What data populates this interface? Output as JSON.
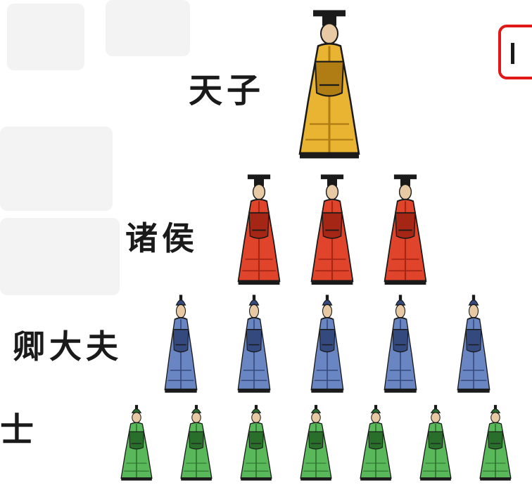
{
  "hierarchy": {
    "levels": [
      {
        "label": "天子",
        "count": 1,
        "color": "#e8b431",
        "shade": "#b07c14",
        "hat": "crown-flat"
      },
      {
        "label": "诸侯",
        "count": 3,
        "color": "#e0452c",
        "shade": "#a52614",
        "hat": "crown-flat"
      },
      {
        "label": "卿大夫",
        "count": 5,
        "color": "#6a86c2",
        "shade": "#34497e",
        "hat": "cap"
      },
      {
        "label": "士",
        "count": 7,
        "color": "#58b85a",
        "shade": "#2a6e2c",
        "hat": "cap"
      }
    ]
  },
  "colors": {
    "callout_border": "#e01818",
    "outline": "#1a1a1a",
    "skin": "#e7c9a4"
  },
  "icons": {
    "figure": "robed-person-icon",
    "callout": "callout-box"
  }
}
